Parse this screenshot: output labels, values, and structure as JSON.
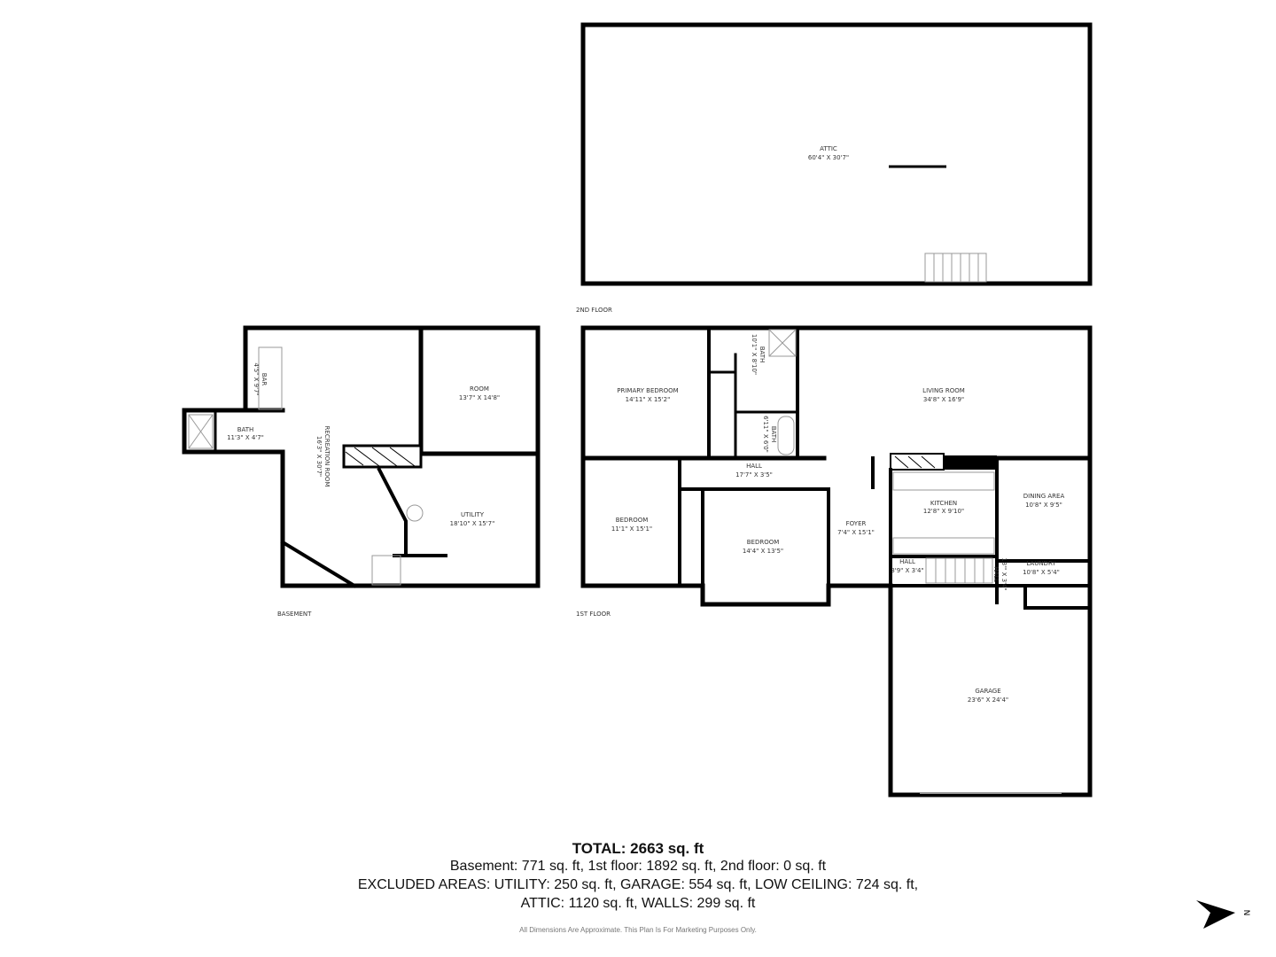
{
  "floors": {
    "attic_label": "",
    "second_floor": "2ND FLOOR",
    "first_floor": "1ST FLOOR",
    "basement": "BASEMENT"
  },
  "rooms": {
    "attic": {
      "name": "ATTIC",
      "size": "60'4\" X 30'7\""
    },
    "basement_room": {
      "name": "ROOM",
      "size": "13'7\" X 14'8\""
    },
    "bar": {
      "name": "BAR",
      "size": "4'5\" X 9'7\""
    },
    "basement_bath": {
      "name": "BATH",
      "size": "11'3\" X 4'7\""
    },
    "recreation_room": {
      "name": "RECREATION ROOM",
      "size": "16'3\" X 30'7\""
    },
    "utility": {
      "name": "UTILITY",
      "size": "18'10\" X 15'7\""
    },
    "primary_bedroom": {
      "name": "PRIMARY BEDROOM",
      "size": "14'11\" X 15'2\""
    },
    "bath_primary": {
      "name": "BATH",
      "size": "10'1\" X 8'10\""
    },
    "bath_hall": {
      "name": "BATH",
      "size": "6'11\" X 6'0\""
    },
    "living_room": {
      "name": "LIVING ROOM",
      "size": "34'8\" X 16'9\""
    },
    "hall": {
      "name": "HALL",
      "size": "17'7\" X 3'5\""
    },
    "bedroom1": {
      "name": "BEDROOM",
      "size": "11'1\" X 15'1\""
    },
    "bedroom2": {
      "name": "BEDROOM",
      "size": "14'4\" X 13'5\""
    },
    "foyer": {
      "name": "FOYER",
      "size": "7'4\" X 15'1\""
    },
    "kitchen": {
      "name": "KITCHEN",
      "size": "12'8\" X 9'10\""
    },
    "dining_area": {
      "name": "DINING AREA",
      "size": "10'8\" X 9'5\""
    },
    "hall_small": {
      "name": "HALL",
      "size": "3'9\" X 3'4\""
    },
    "hall_stair": {
      "name": "HALL",
      "size": "13'\" X 3'4\""
    },
    "laundry": {
      "name": "LAUNDRY",
      "size": "10'8\" X 5'4\""
    },
    "garage": {
      "name": "GARAGE",
      "size": "23'6\" X 24'4\""
    }
  },
  "summary": {
    "total": "TOTAL: 2663 sq. ft",
    "line1": "Basement: 771 sq. ft, 1st floor: 1892 sq. ft, 2nd floor: 0 sq. ft",
    "line2": "EXCLUDED AREAS: UTILITY: 250 sq. ft, GARAGE: 554 sq. ft, LOW CEILING: 724 sq. ft,",
    "line3": "ATTIC: 1120 sq. ft, WALLS: 299 sq. ft",
    "disclaimer": "All Dimensions Are Approximate. This Plan Is For Marketing Purposes Only."
  },
  "compass": {
    "label": "N",
    "icon": "north-arrow-icon"
  },
  "colors": {
    "wall": "#000000",
    "text": "#333333"
  }
}
